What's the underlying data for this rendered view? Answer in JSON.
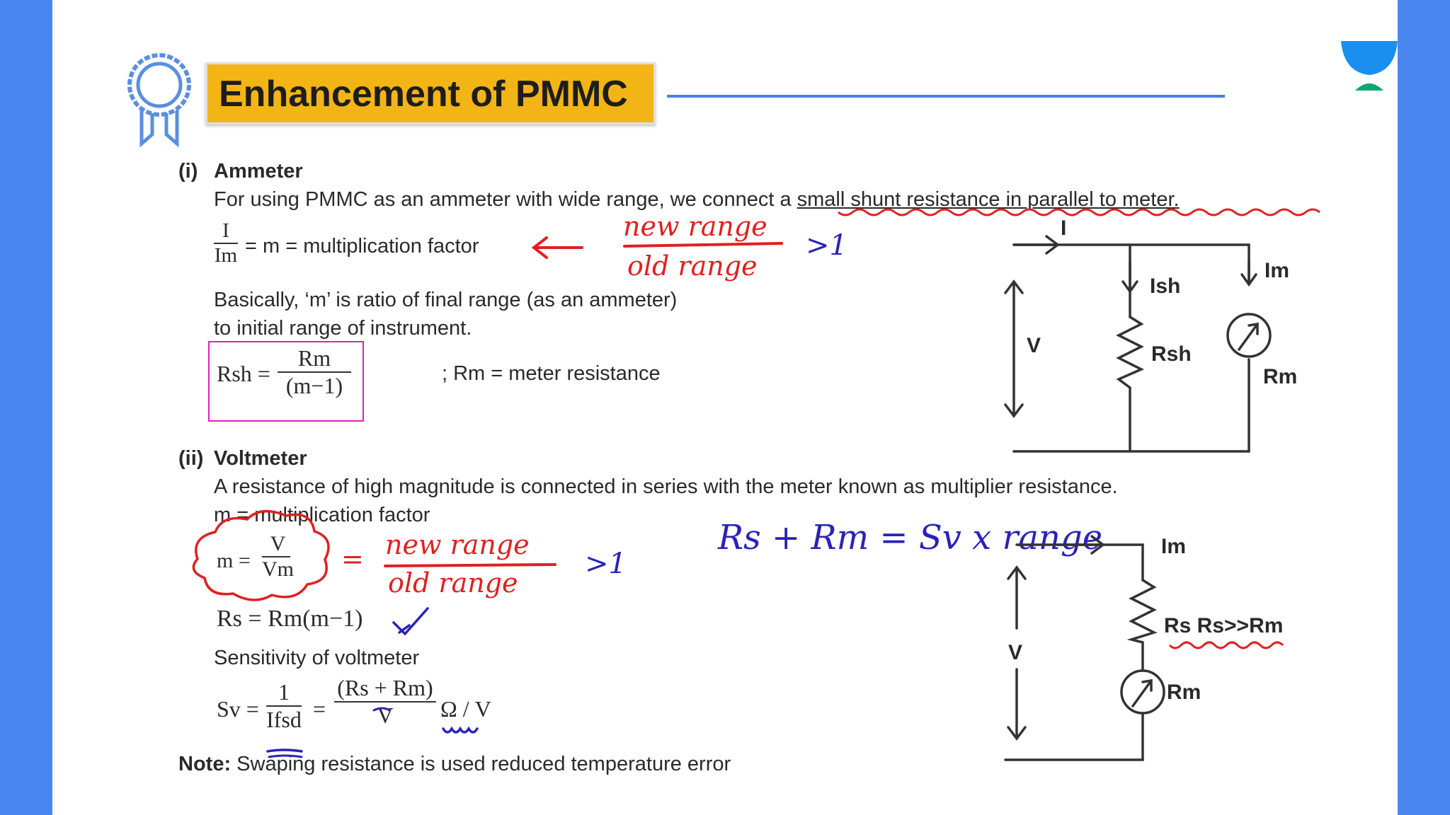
{
  "title": "Enhancement of PMMC",
  "ammeter": {
    "heading_num": "(i)",
    "heading": "Ammeter",
    "intro_part1": "For using PMMC as an ammeter with wide range, we connect a ",
    "intro_underlined": "small shunt resistance in parallel to meter.",
    "ratio_num": "I",
    "ratio_den": "Im",
    "ratio_rhs": "= m = multiplication factor",
    "basically_line1": "Basically, ‘m’ is ratio of final range (as an ammeter)",
    "basically_line2": "to initial range of instrument.",
    "rsh_lhs": "Rsh =",
    "rsh_num": "Rm",
    "rsh_den": "(m−1)",
    "rm_def": "; Rm = meter resistance",
    "note_new_range": "new range",
    "note_old_range": "old range",
    "note_gt1": ">1",
    "circuit": {
      "label_I": "I",
      "label_Ish": "Ish",
      "label_Im": "Im",
      "label_V": "V",
      "label_Rsh": "Rsh",
      "label_Rm": "Rm"
    }
  },
  "voltmeter": {
    "heading_num": "(ii)",
    "heading": "Voltmeter",
    "intro": "A resistance of high magnitude is connected in series with the meter known as multiplier resistance.",
    "m_def": "m = multiplication factor",
    "m_lhs": "m =",
    "m_num": "V",
    "m_den": "Vm",
    "rs_formula": "Rs = Rm(m−1)",
    "sensitivity_label": "Sensitivity of voltmeter",
    "sv_lhs": "Sv =",
    "sv_num1": "1",
    "sv_den1": "Ifsd",
    "sv_eq": "=",
    "sv_num2": "(Rs + Rm)",
    "sv_den2": "V",
    "sv_unit": "Ω / V",
    "note_eq": "=",
    "note_new_range": "new range",
    "note_old_range": "old range",
    "note_gt1": ">1",
    "note_blue": "Rs + Rm = Sv x range",
    "circuit": {
      "label_Im": "Im",
      "label_V": "V",
      "label_Rs": "Rs Rs>>Rm",
      "label_Rm": "Rm"
    }
  },
  "note_label": "Note:",
  "note_text": "Swaping resistance is used reduced temperature error",
  "colors": {
    "background_blue": "#4a86f0",
    "title_fill": "#f3b416",
    "annotation_red": "#e02020",
    "annotation_blue": "#2a22b8",
    "box_magenta": "#e020c0",
    "logo_blue": "#1a8ff0",
    "logo_green": "#0aa86e"
  },
  "icons": [
    "ribbon-badge-icon",
    "brand-logo-icon",
    "galvanometer-icon"
  ]
}
